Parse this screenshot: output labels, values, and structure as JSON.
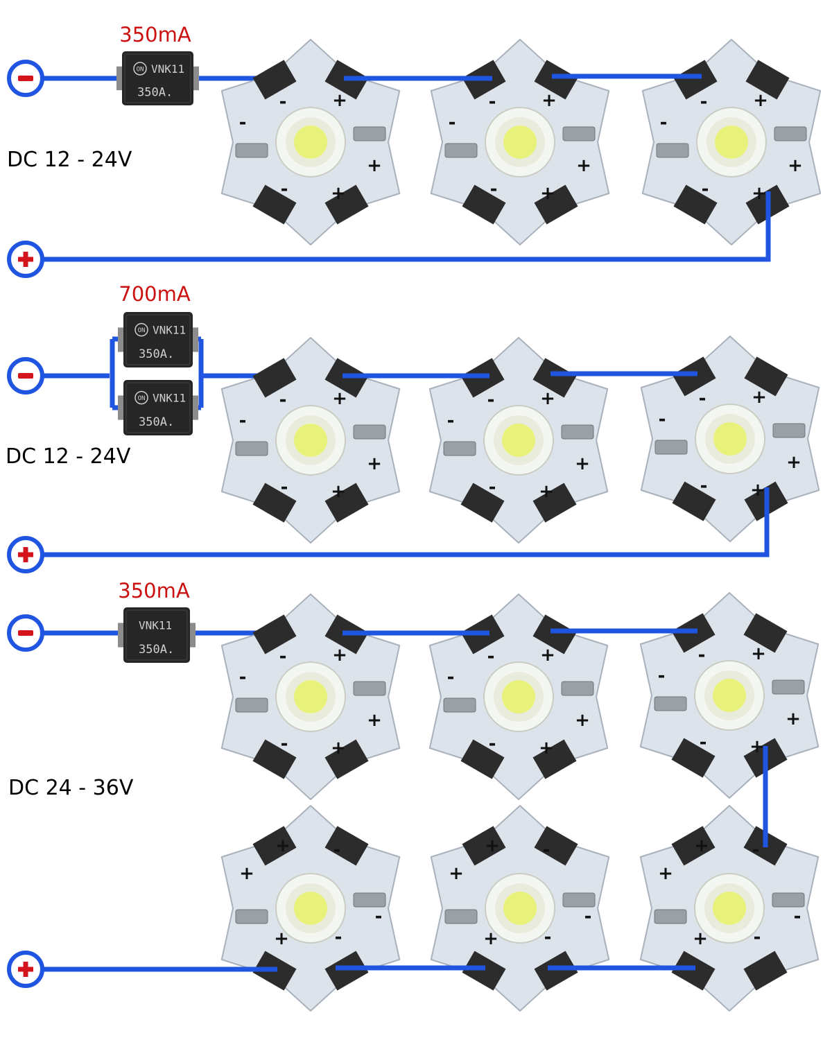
{
  "colors": {
    "wire": "#1f55e0",
    "current_label": "#cc1111",
    "terminal_sign": "#d4141c",
    "board": "#dde3ea",
    "pad": "#2c2c2c",
    "led_core": "#e8f27a",
    "chip_body": "#262626"
  },
  "icons": {
    "minus_terminal": "minus-circle-icon",
    "plus_terminal": "plus-circle-icon",
    "led": "star-led-board-icon",
    "driver": "smd-driver-chip-icon"
  },
  "terminal_signs": {
    "minus": "−",
    "plus": "+"
  },
  "board_marks": {
    "plus": "+",
    "minus": "-"
  },
  "circuits": [
    {
      "current": "350mA",
      "voltage": "DC 12 - 24V",
      "drivers": [
        {
          "logo": "ON",
          "line1": "VNK11",
          "line2": "350A."
        }
      ],
      "led_count": 3
    },
    {
      "current": "700mA",
      "voltage": "DC 12 - 24V",
      "drivers": [
        {
          "logo": "ON",
          "line1": "VNK11",
          "line2": "350A."
        },
        {
          "logo": "ON",
          "line1": "VNK11",
          "line2": "350A."
        }
      ],
      "led_count": 3
    },
    {
      "current": "350mA",
      "voltage": "DC 24 - 36V",
      "drivers": [
        {
          "logo": "",
          "line1": "VNK11",
          "line2": "350A."
        }
      ],
      "led_count": 6
    }
  ]
}
